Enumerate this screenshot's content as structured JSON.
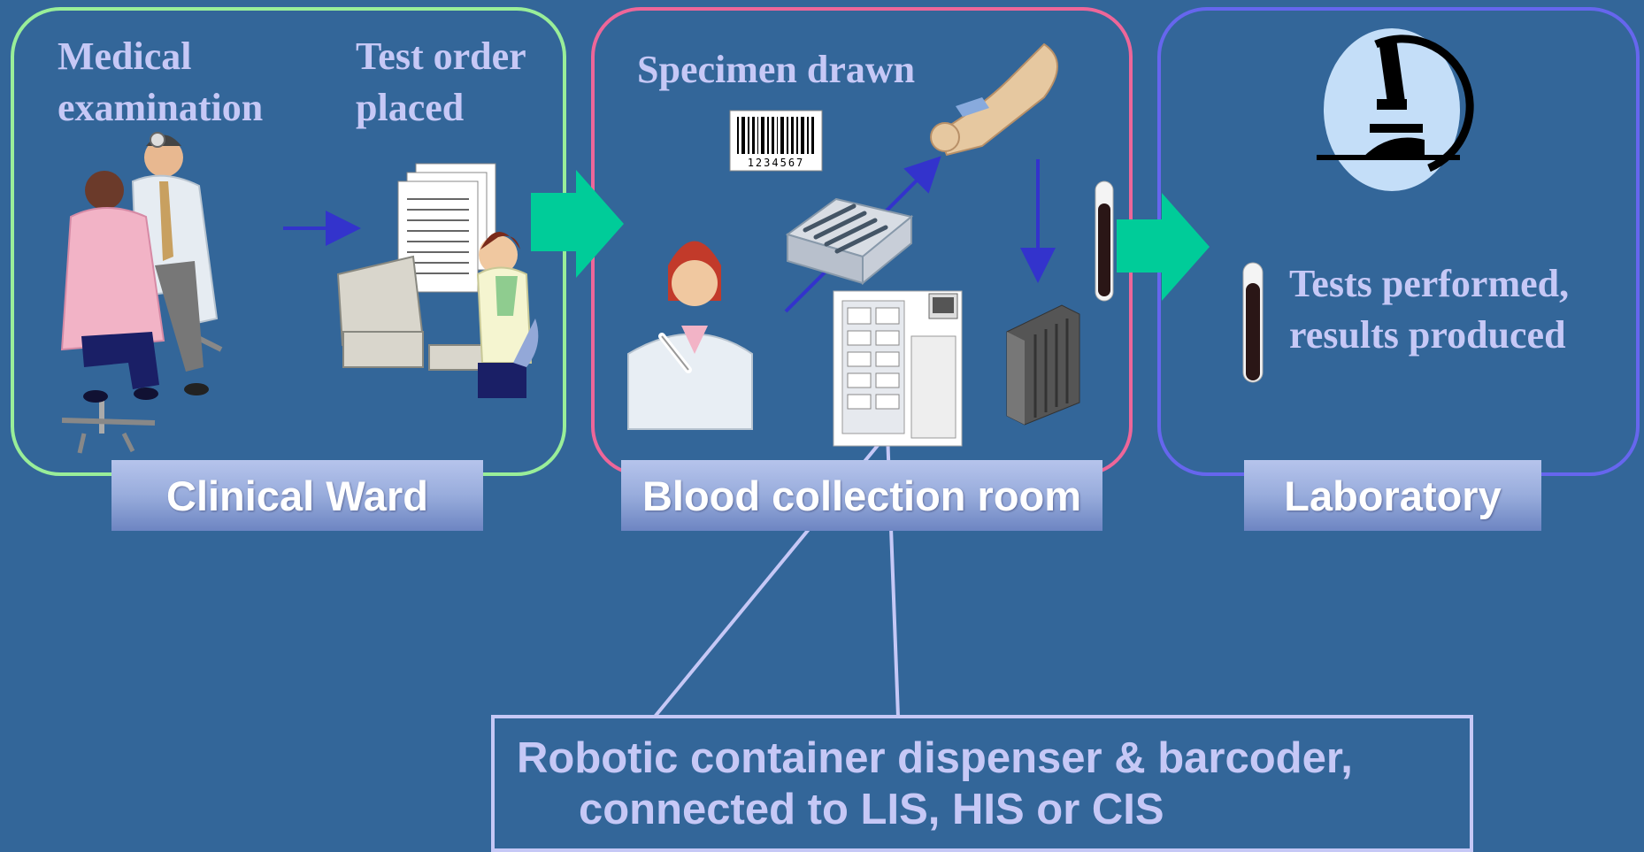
{
  "colors": {
    "background": "#336699",
    "ward_border": "#99ee99",
    "collection_border": "#ee6699",
    "lab_border": "#6666ee",
    "label_text": "#c6c8f6",
    "flow_arrow": "#00cc99",
    "small_arrow": "#3333cc"
  },
  "ward": {
    "label_exam": "Medical examination",
    "label_order": "Test order placed",
    "banner": "Clinical Ward"
  },
  "collection": {
    "label_specimen": "Specimen drawn",
    "barcode_digits": "1234567",
    "banner": "Blood collection room"
  },
  "lab": {
    "label_tests": "Tests performed, results produced",
    "banner": "Laboratory"
  },
  "callout": {
    "line1": "Robotic container dispenser & barcoder,",
    "line2": "connected to LIS, HIS or CIS"
  },
  "icons": {
    "doctor_patient": "doctor-patient-icon",
    "computer_clerk": "computer-clerk-icon",
    "phlebotomist": "phlebotomist-icon",
    "arm": "arm-blood-draw-icon",
    "barcode": "barcode-icon",
    "tube_tray": "tube-tray-icon",
    "robot": "robotic-dispenser-icon",
    "rack": "tube-rack-icon",
    "tube": "blood-tube-icon",
    "microscope": "microscope-icon"
  }
}
